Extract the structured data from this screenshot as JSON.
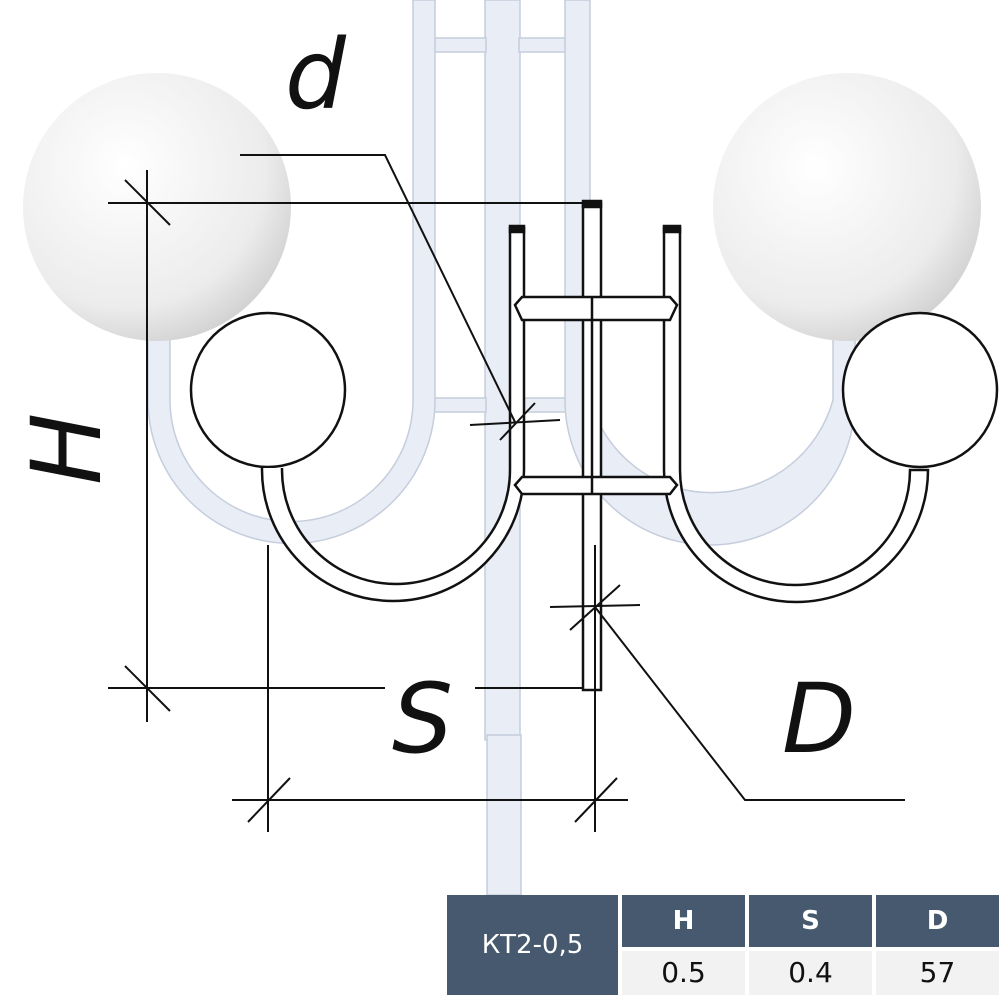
{
  "diagram": {
    "labels": {
      "d": "d",
      "H": "H",
      "S": "S",
      "D": "D"
    }
  },
  "table": {
    "model": "КТ2-0,5",
    "headers": [
      "H",
      "S",
      "D"
    ],
    "values": [
      "0.5",
      "0.4",
      "57"
    ]
  },
  "colors": {
    "header_bg": "#46596e",
    "value_bg": "#f2f2f2",
    "pole": "#e9edf5"
  }
}
